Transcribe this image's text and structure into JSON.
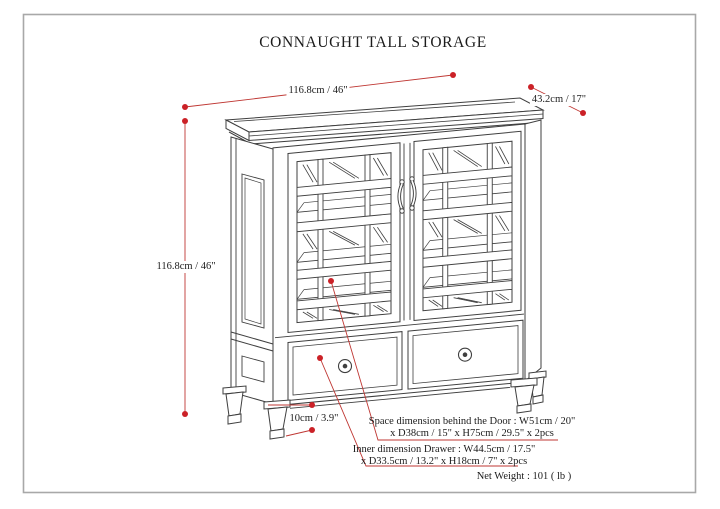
{
  "title": "CONNAUGHT TALL STORAGE",
  "dimensions": {
    "top_width": "116.8cm / 46\"",
    "depth": "43.2cm / 17\"",
    "height": "116.8cm / 46\"",
    "leg_height": "10cm / 3.9\""
  },
  "annotations": {
    "door_space_line1": "Space dimension behind the Door  : W51cm / 20\"",
    "door_space_line2": "x D38cm / 15\" x H75cm / 29.5\" x 2pcs",
    "drawer_line1": "Inner dimension Drawer : W44.5cm / 17.5\"",
    "drawer_line2": "x D33.5cm / 13.2\" x H18cm / 7\" x 2pcs",
    "net_weight": "Net Weight : 101 ( lb )"
  },
  "colors": {
    "line_dark": "#3f3f3f",
    "annotation_red": "#bf3733",
    "dot_red": "#cb2127",
    "frame_border": "#a8a8a8",
    "text": "#1c1c1c"
  }
}
